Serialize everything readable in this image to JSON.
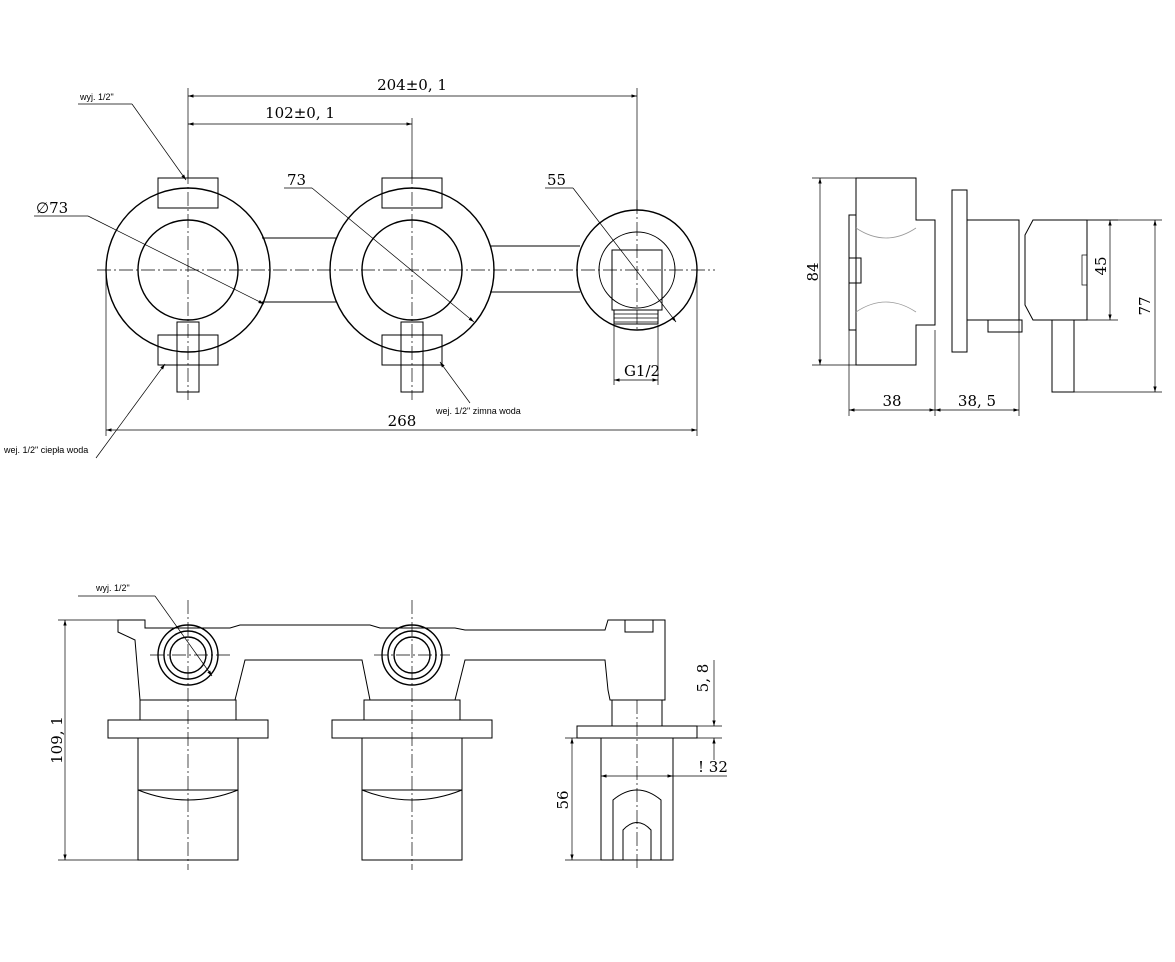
{
  "labels": {
    "outlet_top": "wyj. 1/2\"",
    "cold_inlet": "wej. 1/2\" zimna woda",
    "hot_inlet": "wej. 1/2\" ciepła woda",
    "outlet_bottom": "wyj. 1/2\""
  },
  "front_view": {
    "overall_span": "204±0, 1",
    "half_span": "102±0, 1",
    "diameter": "∅73",
    "radius_mid": "73",
    "radius_right": "55",
    "thread": "G1/2",
    "total_width": "268"
  },
  "side_view": {
    "height": "84",
    "depth_a": "38",
    "depth_b": "38, 5",
    "holder_height": "45",
    "overall_height": "77"
  },
  "top_view": {
    "height": "109, 1",
    "flange": "5, 8",
    "holder_width": "! 32",
    "holder_depth": "56"
  }
}
